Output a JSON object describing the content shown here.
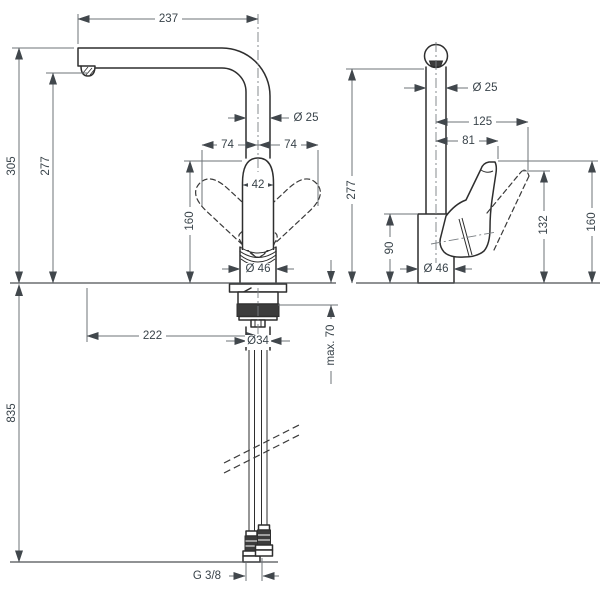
{
  "drawing": {
    "front_view": {
      "reach": "237",
      "total_height": "305",
      "spout_height": "277",
      "spout_diameter": "Ø 25",
      "swivel_left": "74",
      "swivel_right": "74",
      "handle_width": "42",
      "handle_height": "160",
      "body_diameter": "Ø 46",
      "outlet_to_center": "222",
      "shank_diameter": "Ø34",
      "max_counter_thickness": "max. 70",
      "hose_length": "835",
      "connection_thread": "G 3/8"
    },
    "side_view": {
      "pipe_diameter": "Ø 25",
      "handle_swing_reach": "125",
      "handle_reach": "81",
      "spout_height": "277",
      "body_height": "90",
      "body_diameter": "Ø 46",
      "handle_tip_height": "132",
      "handle_max_height": "160"
    },
    "colors": {
      "line": "#2e2e2e",
      "dimension": "#6e7377",
      "text": "#39434a",
      "background": "#ffffff"
    }
  }
}
